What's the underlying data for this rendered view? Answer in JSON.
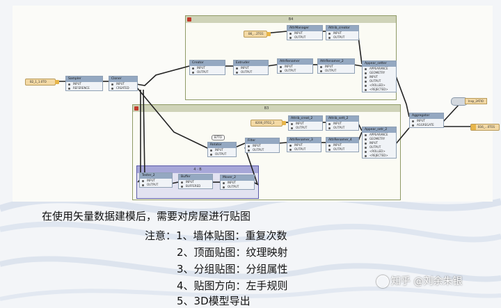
{
  "canvas": {
    "bookmarks": {
      "top": {
        "title": "B4"
      },
      "middle": {
        "title": "B3"
      },
      "inner": {
        "title": "4 · B"
      }
    },
    "readers": {
      "main": "B2_1_1.0TO",
      "top": "B6_...2TO1",
      "middle": "8200_0TO2_1"
    },
    "writers": {
      "final": "B16_...0TO1"
    },
    "annotation": "B7TO",
    "inspector": "Insp_2ATIO",
    "nodes": {
      "sampler": {
        "title": "Sampler",
        "ports": [
          "INPUT",
          "REFERENCE"
        ]
      },
      "cloner": {
        "title": "Cloner",
        "ports": [
          "INPUT",
          "CREATED"
        ]
      },
      "t1": {
        "title": "Creator",
        "ports": [
          "INPUT",
          "OUTPUT"
        ]
      },
      "t2": {
        "title": "Extruder",
        "ports": [
          "INPUT",
          "OUTPUT"
        ]
      },
      "t3": {
        "title": "AttrRenamer",
        "ports": [
          "INPUT",
          "OUTPUT"
        ]
      },
      "t4": {
        "title": "AttrRenamer_2",
        "ports": [
          "INPUT",
          "OUTPUT"
        ]
      },
      "t5": {
        "title": "AttrManager",
        "ports": [
          "INPUT",
          "OUTPUT"
        ]
      },
      "t6": {
        "title": "Attrib_creator",
        "ports": [
          "INPUT",
          "OUTPUT"
        ]
      },
      "appTop": {
        "title": "Appear_setter",
        "ports": [
          "APPEARANCE",
          "GEOMETRY",
          "INPUT",
          "OUTPUT",
          "<ROLLED>",
          "<REJECTED>"
        ]
      },
      "t7": {
        "title": "Attrib_creat_2",
        "ports": [
          "INPUT",
          "OUTPUT"
        ]
      },
      "t8": {
        "title": "Attrib_sett_2",
        "ports": [
          "INPUT",
          "OUTPUT"
        ]
      },
      "t9": {
        "title": "Rotator",
        "ports": [
          "INPUT",
          "OUTPUT"
        ]
      },
      "t10": {
        "title": "Filter",
        "ports": [
          "INPUT",
          "OUTPUT"
        ]
      },
      "t11": {
        "title": "AttrRenamer_3",
        "ports": [
          "INPUT",
          "OUTPUT"
        ]
      },
      "t12": {
        "title": "AttrRenamer_4",
        "ports": [
          "INPUT",
          "OUTPUT"
        ]
      },
      "appMid": {
        "title": "Appear_setr_2",
        "ports": [
          "APPEARANCE",
          "GEOMETRY",
          "INPUT",
          "OUTPUT",
          "<ROLLED>",
          "<REJECTED>"
        ]
      },
      "b1": {
        "title": "Tester_2",
        "ports": [
          "INPUT",
          "OUTPUT"
        ]
      },
      "b2": {
        "title": "Buffer",
        "ports": [
          "INPUT",
          "BUFFERED"
        ]
      },
      "b3": {
        "title": "Mover_2",
        "ports": [
          "INPUT",
          "OUTPUT"
        ]
      },
      "agg": {
        "title": "Aggregator",
        "ports": [
          "INPUT",
          "AGGREGATE"
        ]
      }
    }
  },
  "heading": "在使用矢量数据建模后，需要对房屋进行贴图",
  "notes": {
    "title": "注意：1、墙体贴图：重复次数",
    "items": [
      "2、顶面贴图：纹理映射",
      "3、分组贴图：分组属性",
      "4、贴图方向：左手规则",
      "5、3D模型导出"
    ]
  },
  "watermark": "知乎 @刘余朱银"
}
